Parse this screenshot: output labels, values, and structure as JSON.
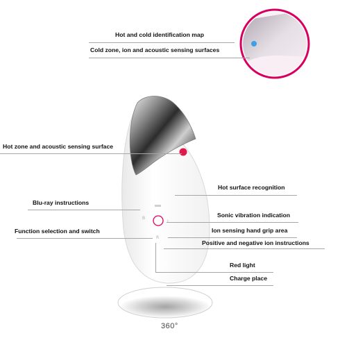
{
  "labels": {
    "hot_cold_map": "Hot and cold identification map",
    "cold_zone": "Cold zone, ion and acoustic sensing surfaces",
    "hot_zone": "Hot zone and acoustic sensing surface",
    "hot_surface": "Hot surface recognition",
    "blu_ray": "Blu-ray instructions",
    "sonic_vibration": "Sonic vibration indication",
    "function_switch": "Function selection and switch",
    "ion_grip": "Ion sensing hand grip area",
    "pos_neg_ion": "Positive and negative ion instructions",
    "red_light": "Red light",
    "charge_place": "Charge place"
  },
  "rotation_caption": "360°",
  "colors": {
    "accent_pink": "#d8005f",
    "hot_dot": "#e0174b",
    "cold_dot": "#3aa0e8",
    "leader_line": "#a6a6a6",
    "text": "#111111"
  }
}
